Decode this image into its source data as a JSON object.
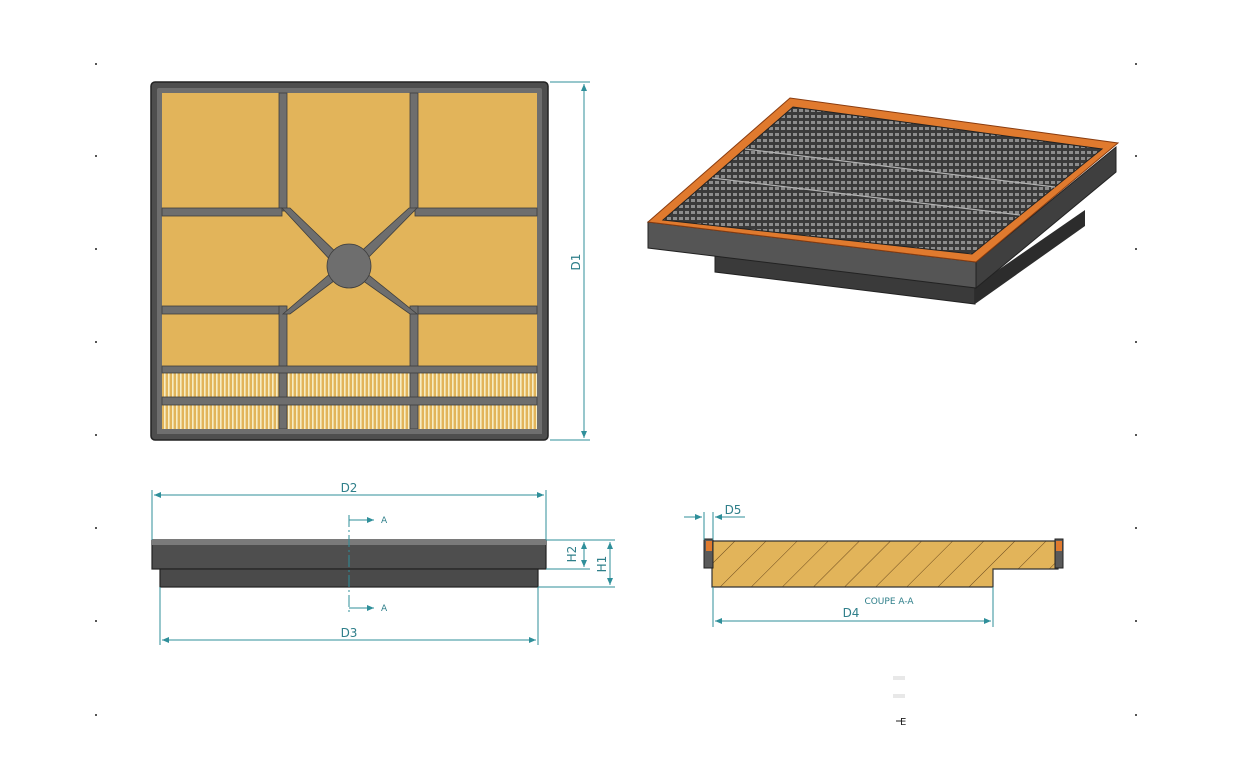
{
  "colors": {
    "frame": "#4b4b4b",
    "frame_light": "#6b6b6b",
    "filter": "#e2b45a",
    "pleat": "#f2e6b8",
    "seal": "#e07a2e",
    "dimension": "#2f8f9a"
  },
  "dimensions": {
    "d1": "D1",
    "d2": "D2",
    "d3": "D3",
    "d4": "D4",
    "d5": "D5",
    "h1": "H1",
    "h2": "H2"
  },
  "section": {
    "marker": "A",
    "caption": "COUPE A-A"
  },
  "stamp": {
    "mark": "E"
  }
}
